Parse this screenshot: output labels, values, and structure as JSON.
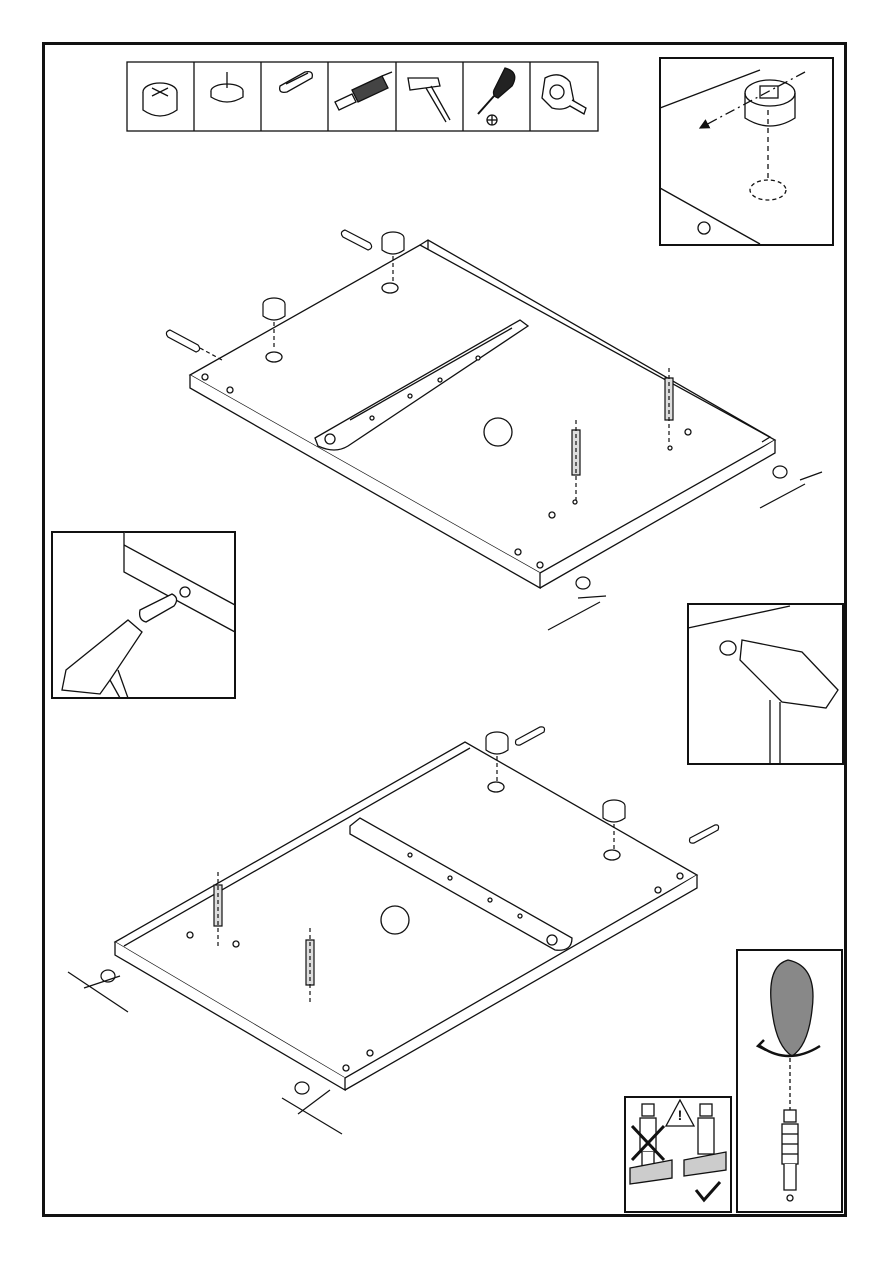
{
  "tools": [
    {
      "name": "cam-lock-fitting"
    },
    {
      "name": "nail-pin"
    },
    {
      "name": "wooden-dowel"
    },
    {
      "name": "cam-bolt"
    },
    {
      "name": "hammer"
    },
    {
      "name": "phillips-screwdriver"
    },
    {
      "name": "tape-measure"
    }
  ],
  "panels": [
    {
      "name": "panel-a"
    },
    {
      "name": "panel-b"
    }
  ],
  "warning": {
    "symbol": "!"
  },
  "colors": {
    "line": "#111111",
    "grip": "#888888",
    "shade": "#cccccc",
    "bg": "#ffffff"
  }
}
